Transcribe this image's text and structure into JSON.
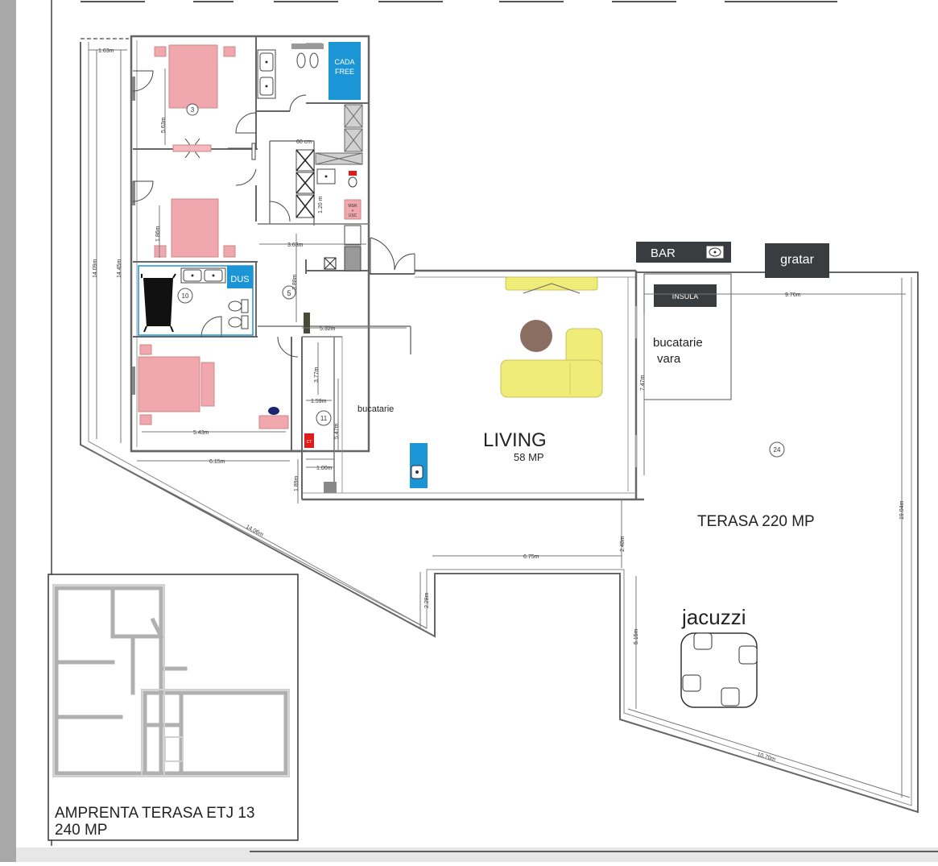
{
  "title": "",
  "rooms": {
    "living": "LIVING",
    "living_area": "58 MP",
    "kitchen": "bucatarie",
    "summer_kitchen_1": "bucatarie",
    "summer_kitchen_2": "vara",
    "terrace": "TERASA 220 MP",
    "jacuzzi": "jacuzzi"
  },
  "labels": {
    "bar": "BAR",
    "grill": "gratar",
    "island": "INSULA",
    "bathtub": "CADA",
    "bathtub2": "FREE",
    "shower": "DUS",
    "boiler": "CT",
    "washer1": "MSR",
    "washer2": "+",
    "washer3": "USC",
    "cm60": "60 cm"
  },
  "room_numbers": [
    "3",
    "5",
    "10",
    "11",
    "24"
  ],
  "dimensions": {
    "d1_63": "1.63m",
    "d14_09": "14.09m",
    "d14_45": "14.45m",
    "d5_63": "5.63m",
    "d1_86": "1.86m",
    "d3_63": "3.63m",
    "d3_88": "3.88m",
    "d5_32": "5.32m",
    "d3_77": "3.77m",
    "d1_59": "1.59m",
    "d5_47": "5.47m",
    "d5_43": "5.43m",
    "d6_15": "6.15m",
    "d1_89": "1.89m",
    "d1_00": "1.00m",
    "d14_06": "14.06m",
    "d9_76": "9.76m",
    "d7_47": "7.47m",
    "d19_04": "19.04m",
    "d6_75": "6.75m",
    "d2_48": "2.48m",
    "d2_28": "2.28m",
    "d5_15": "5.15m",
    "d10_70": "10.70m",
    "d1_20": "1.20 m"
  },
  "footprint": {
    "line1": "AMPRENTA TERASA ETJ 13",
    "line2": "240 MP"
  },
  "colors": {
    "bed": "#f0a8ae",
    "sofa": "#f0ec78",
    "table": "#8a6e62",
    "blue": "#1b95d6",
    "dark": "#3a3d40",
    "red": "#e01b1b"
  }
}
